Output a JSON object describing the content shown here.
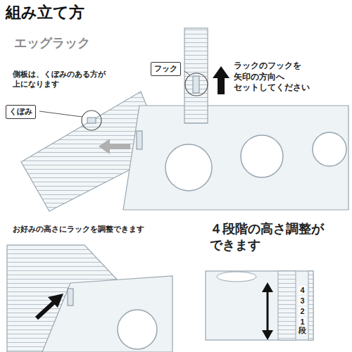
{
  "diagram": {
    "title": "組み立て方",
    "nodes": [
      {
        "text": [
          "フック"
        ]
      },
      {
        "text": [
          "くぼみ"
        ]
      }
    ],
    "labels": [
      "エッグラック",
      "側板は、くぼみのある方が 上になります",
      "ラックのフックを 矢印の方向へ セットしてください",
      "お好みの高さにラックを調整できます",
      "４段階の高さ調整が できます",
      "4",
      "3",
      "2",
      "1段"
    ]
  }
}
